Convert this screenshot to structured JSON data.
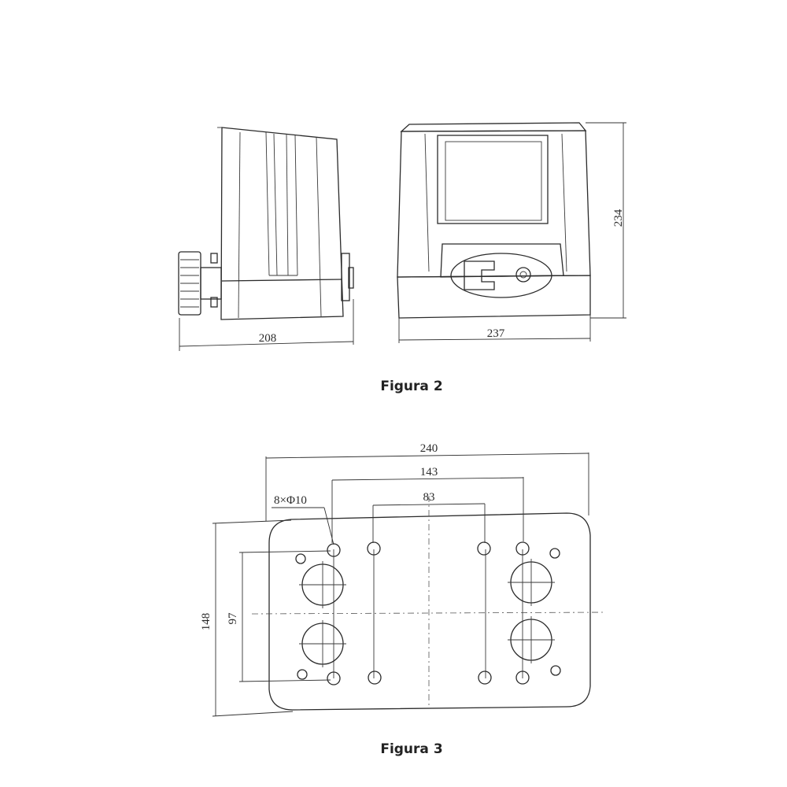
{
  "figure2": {
    "caption": "Figura 2",
    "dimensions": {
      "side_width": "208",
      "front_width": "237",
      "height": "234"
    }
  },
  "figure3": {
    "caption": "Figura 3",
    "dimensions": {
      "overall_width": "240",
      "hole_span_outer": "143",
      "hole_span_inner": "83",
      "holes_spec": "8×Φ10",
      "overall_height": "148",
      "hole_span_vertical": "97"
    }
  }
}
